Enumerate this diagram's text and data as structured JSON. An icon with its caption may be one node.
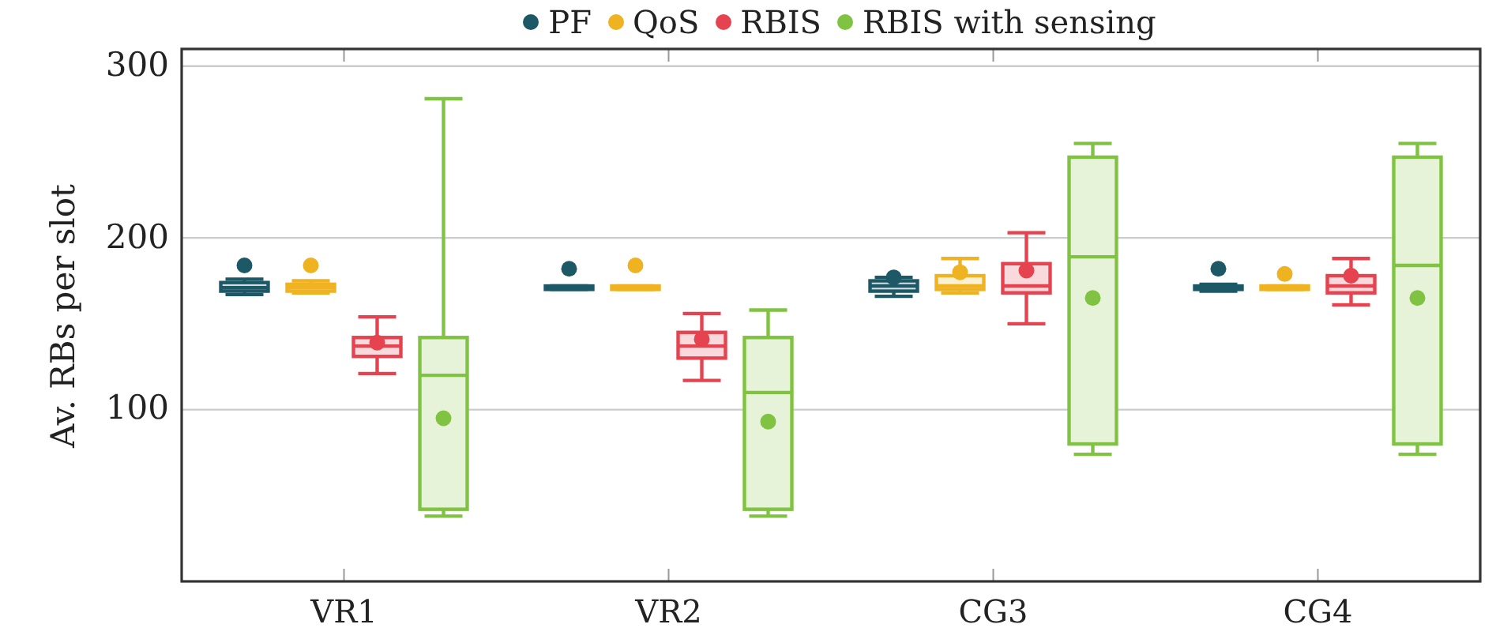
{
  "diagram": {
    "legend": [
      {
        "text": "PF",
        "color": "#1d5866"
      },
      {
        "text": "QoS",
        "color": "#efb221"
      },
      {
        "text": "RBIS",
        "color": "#e5434f"
      },
      {
        "text": "RBIS with sensing",
        "color": "#80c342"
      }
    ],
    "labels": [
      "300",
      "200",
      "100",
      "Av. RBs per slot",
      "VR1",
      "VR2",
      "CG3",
      "CG4"
    ]
  }
}
